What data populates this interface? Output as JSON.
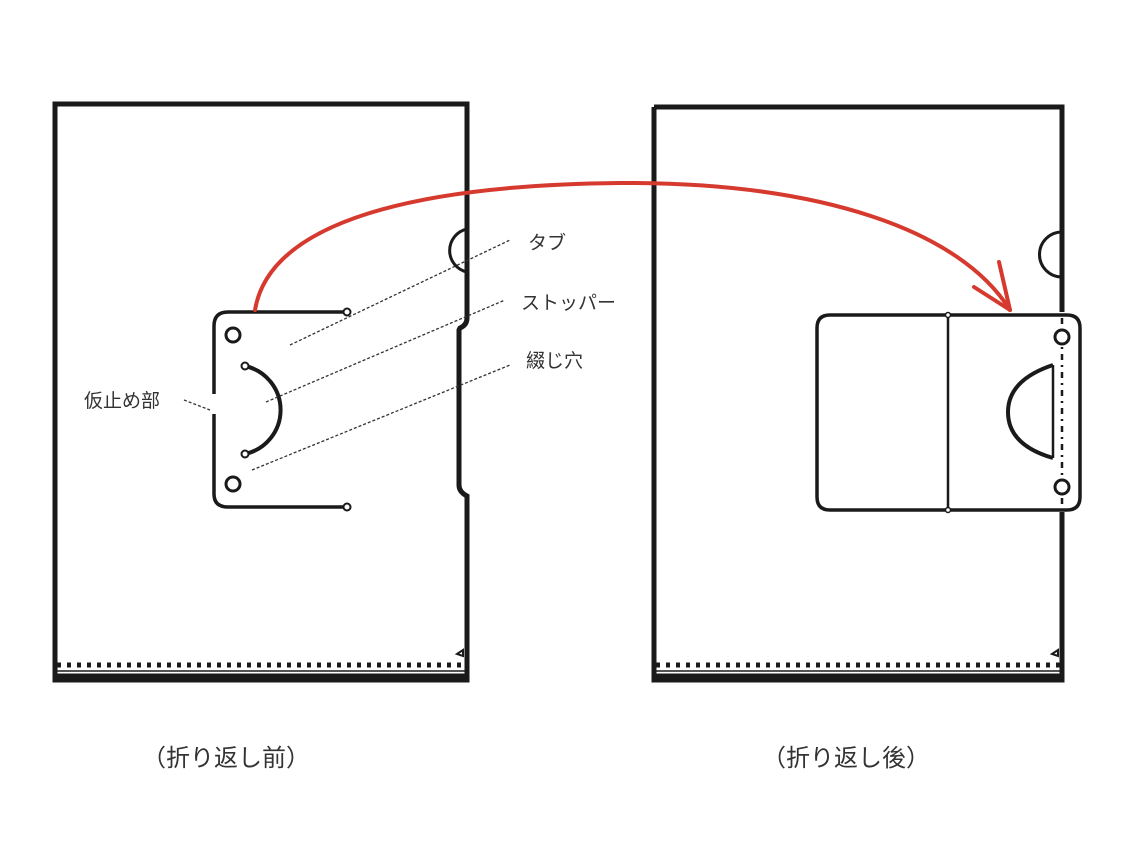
{
  "diagram": {
    "colors": {
      "outline": "#1a1a1a",
      "arrow": "#d63a2f",
      "text": "#333333",
      "background": "#ffffff"
    },
    "left_panel": {
      "caption": "（折り返し前）",
      "side_label": "仮止め部",
      "callouts": [
        {
          "id": "tab",
          "label": "タブ"
        },
        {
          "id": "stopper",
          "label": "ストッパー"
        },
        {
          "id": "binding-hole",
          "label": "綴じ穴"
        }
      ]
    },
    "right_panel": {
      "caption": "（折り返し後）"
    },
    "arrow": {
      "from": "left-panel-tab",
      "to": "right-panel-folded-tab",
      "meaning": "fold over"
    }
  }
}
